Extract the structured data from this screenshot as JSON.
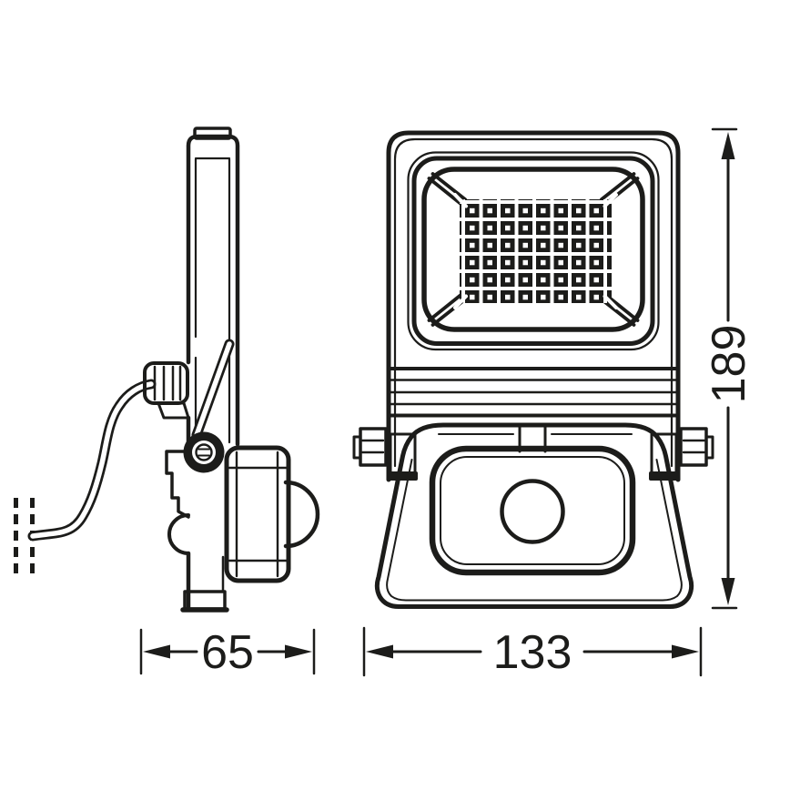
{
  "colors": {
    "ink": "#1c1c1a",
    "background": "#ffffff"
  },
  "drawing": {
    "kind": "technical-dimension-drawing",
    "subject": "LED floodlight with motion sensor, side view and front view"
  },
  "dimensions": {
    "depth": "65",
    "width": "133",
    "height": "189"
  }
}
